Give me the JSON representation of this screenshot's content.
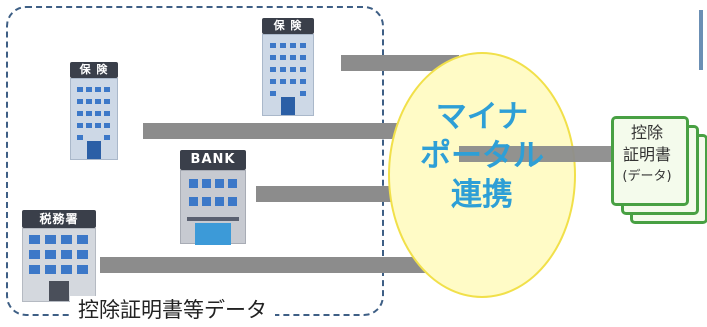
{
  "organizations": [
    {
      "id": "insurance-1",
      "sign": "保 険",
      "type": "office"
    },
    {
      "id": "insurance-2",
      "sign": "保 険",
      "type": "office"
    },
    {
      "id": "bank",
      "sign": "BANK",
      "type": "bank"
    },
    {
      "id": "tax-office",
      "sign": "税務署",
      "type": "tax"
    }
  ],
  "caption": "控除証明書等データ",
  "portal": {
    "lines": [
      "マイナ",
      "ポータル",
      "連携"
    ],
    "fill": "#fffbc6",
    "stroke": "#f1e04a",
    "text_color": "#2e9fd6"
  },
  "output": {
    "line1": "控除",
    "line2": "証明書",
    "line3": "(データ)",
    "border_color": "#48a043"
  },
  "colors": {
    "dashed_border": "#3e5f85",
    "connector": "#8c8c8c",
    "window": "#3c78c8",
    "door": "#2b5fa6"
  }
}
